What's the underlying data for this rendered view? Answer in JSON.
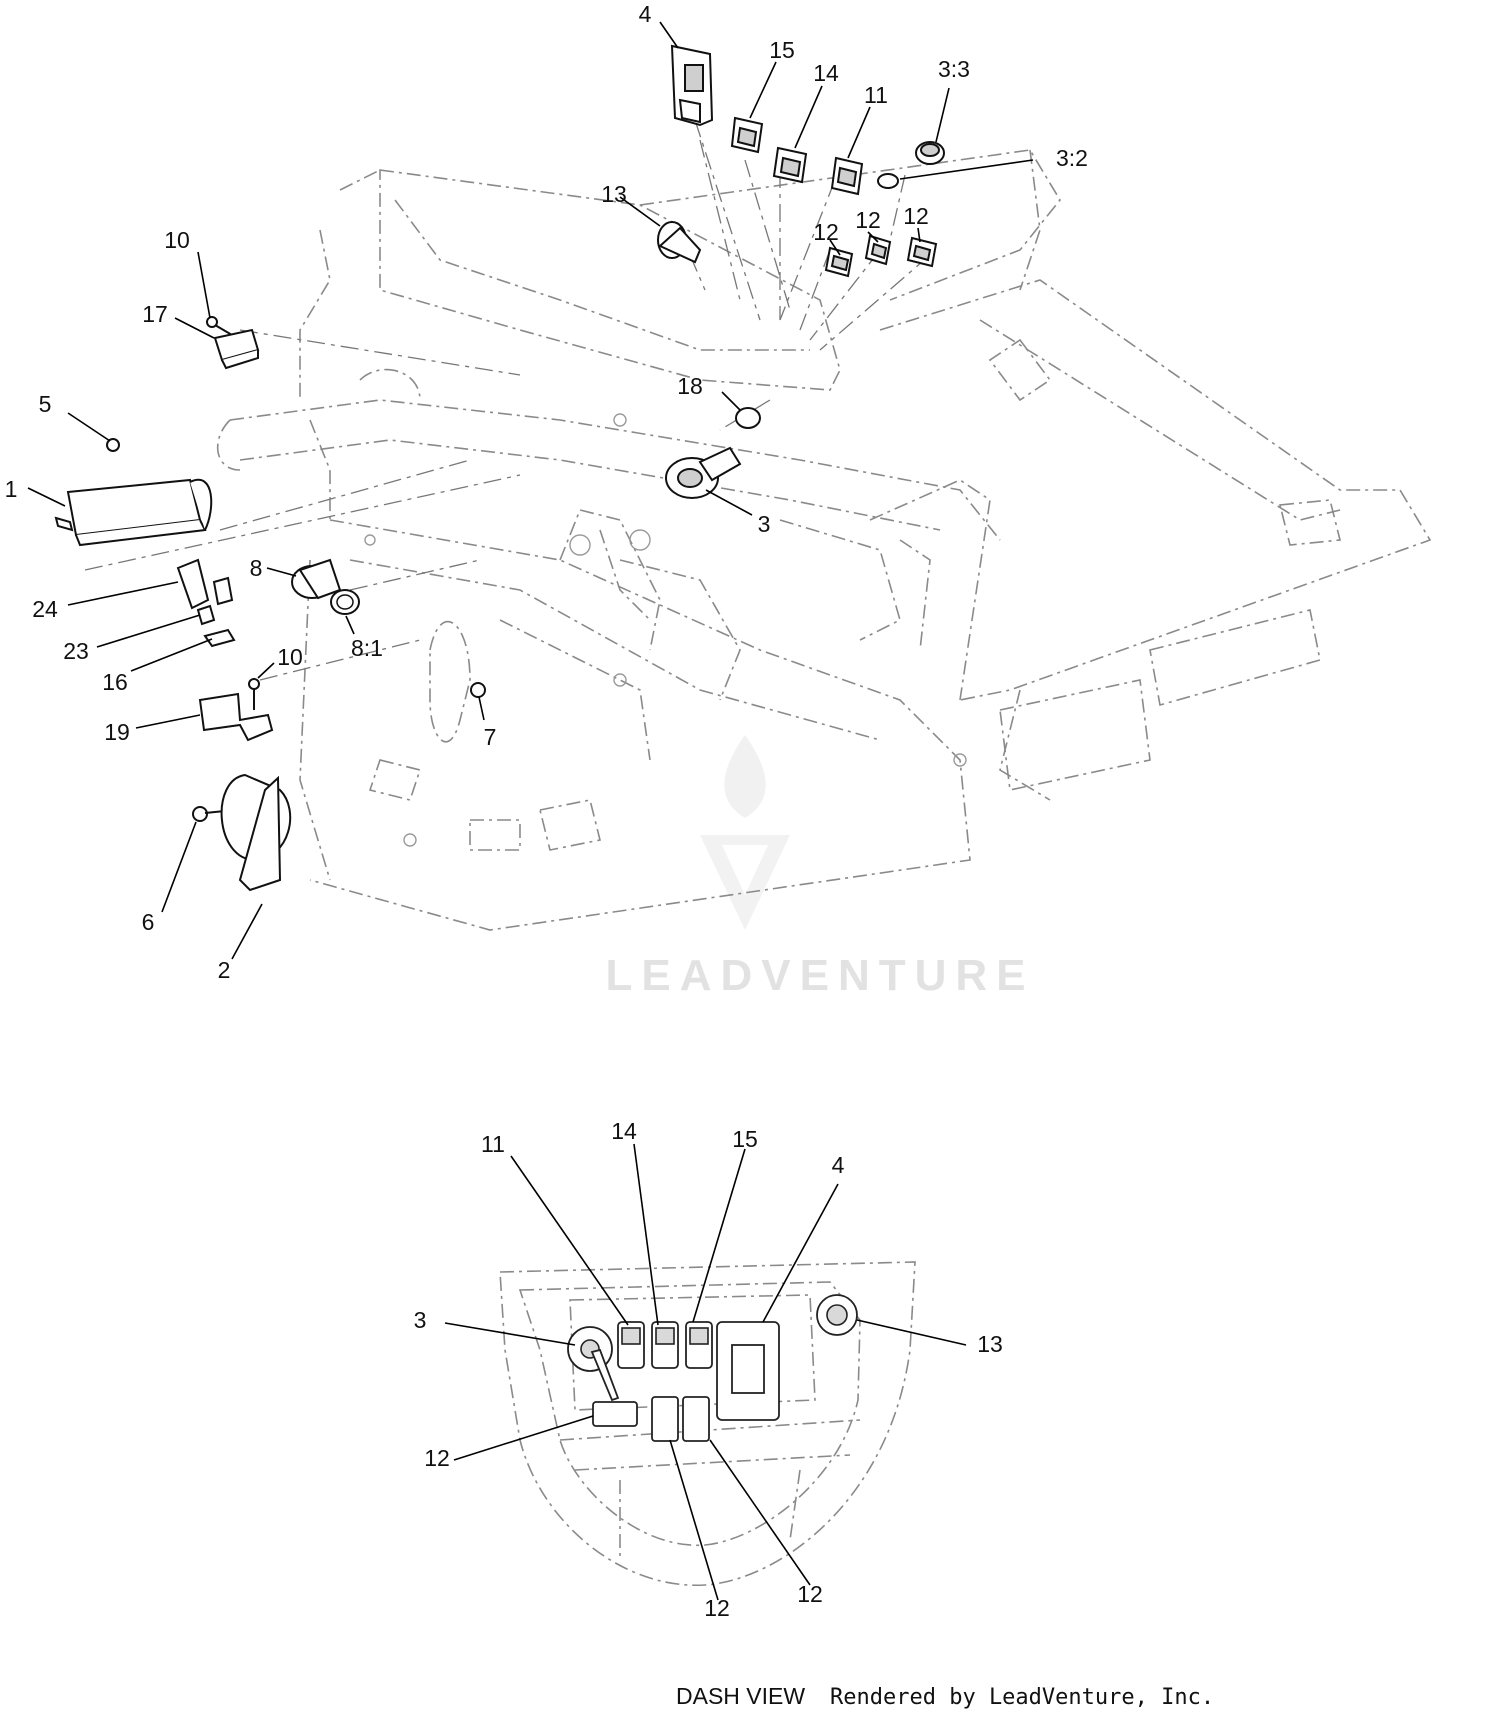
{
  "main_view": {
    "callouts": [
      "4",
      "15",
      "14",
      "11",
      "3:3",
      "3:2",
      "13",
      "12",
      "12",
      "12",
      "10",
      "17",
      "5",
      "18",
      "1",
      "3",
      "8",
      "24",
      "8:1",
      "23",
      "10",
      "16",
      "19",
      "7",
      "6",
      "2"
    ]
  },
  "dash_view": {
    "callouts": [
      "14",
      "11",
      "15",
      "4",
      "3",
      "13",
      "12",
      "12",
      "12"
    ],
    "title": "DASH VIEW"
  },
  "watermark": {
    "text": "LEADVENTURE"
  },
  "footer": {
    "rendered_by": "Rendered by LeadVenture, Inc."
  },
  "icons": {
    "logo": "leadventure-logo-icon"
  },
  "colors": {
    "line": "#111111",
    "frame": "#8a8a8a",
    "watermark": "#e2e2e2",
    "background": "#ffffff"
  }
}
